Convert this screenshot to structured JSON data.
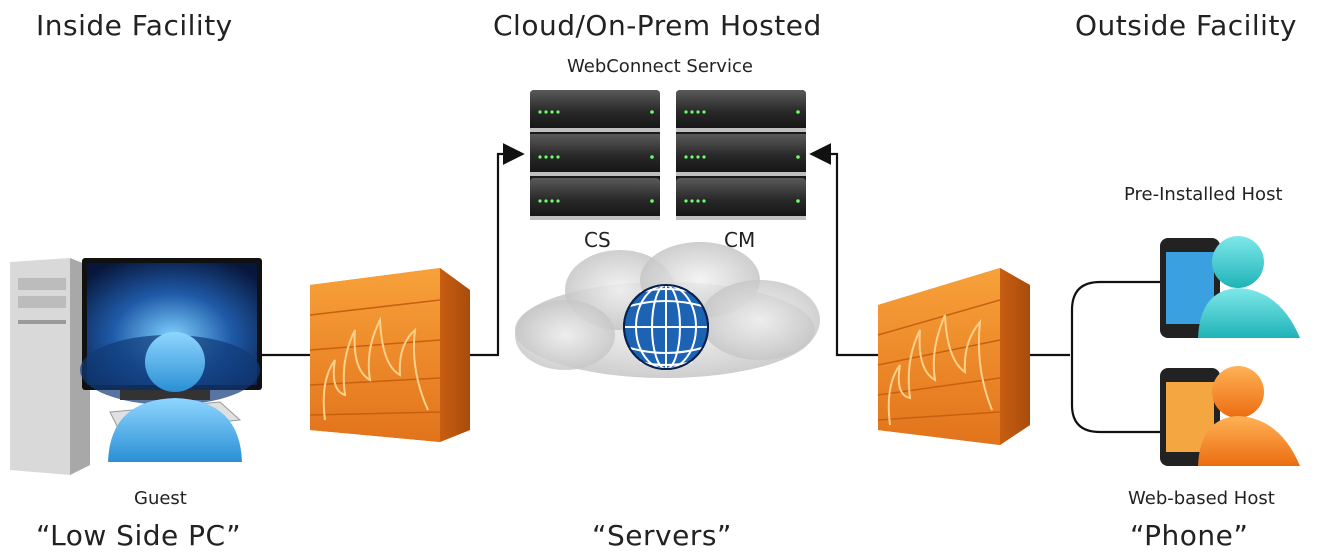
{
  "sections": {
    "inside": "Inside Facility",
    "cloud": "Cloud/On-Prem Hosted",
    "outside": "Outside Facility"
  },
  "service_label": "WebConnect Service",
  "servers": {
    "cs": "CS",
    "cm": "CM"
  },
  "hosts": {
    "pre_installed": "Pre-Installed Host",
    "web_based": "Web-based Host"
  },
  "guest_label": "Guest",
  "bottom": {
    "pc": "“Low Side PC”",
    "servers": "“Servers”",
    "phone": "“Phone”"
  },
  "colors": {
    "firewall": "#f28c28",
    "guest_user": "#3aa6e0",
    "host_user_1": "#2fc4c8",
    "host_user_2": "#f07a1a",
    "connector": "#111111"
  }
}
